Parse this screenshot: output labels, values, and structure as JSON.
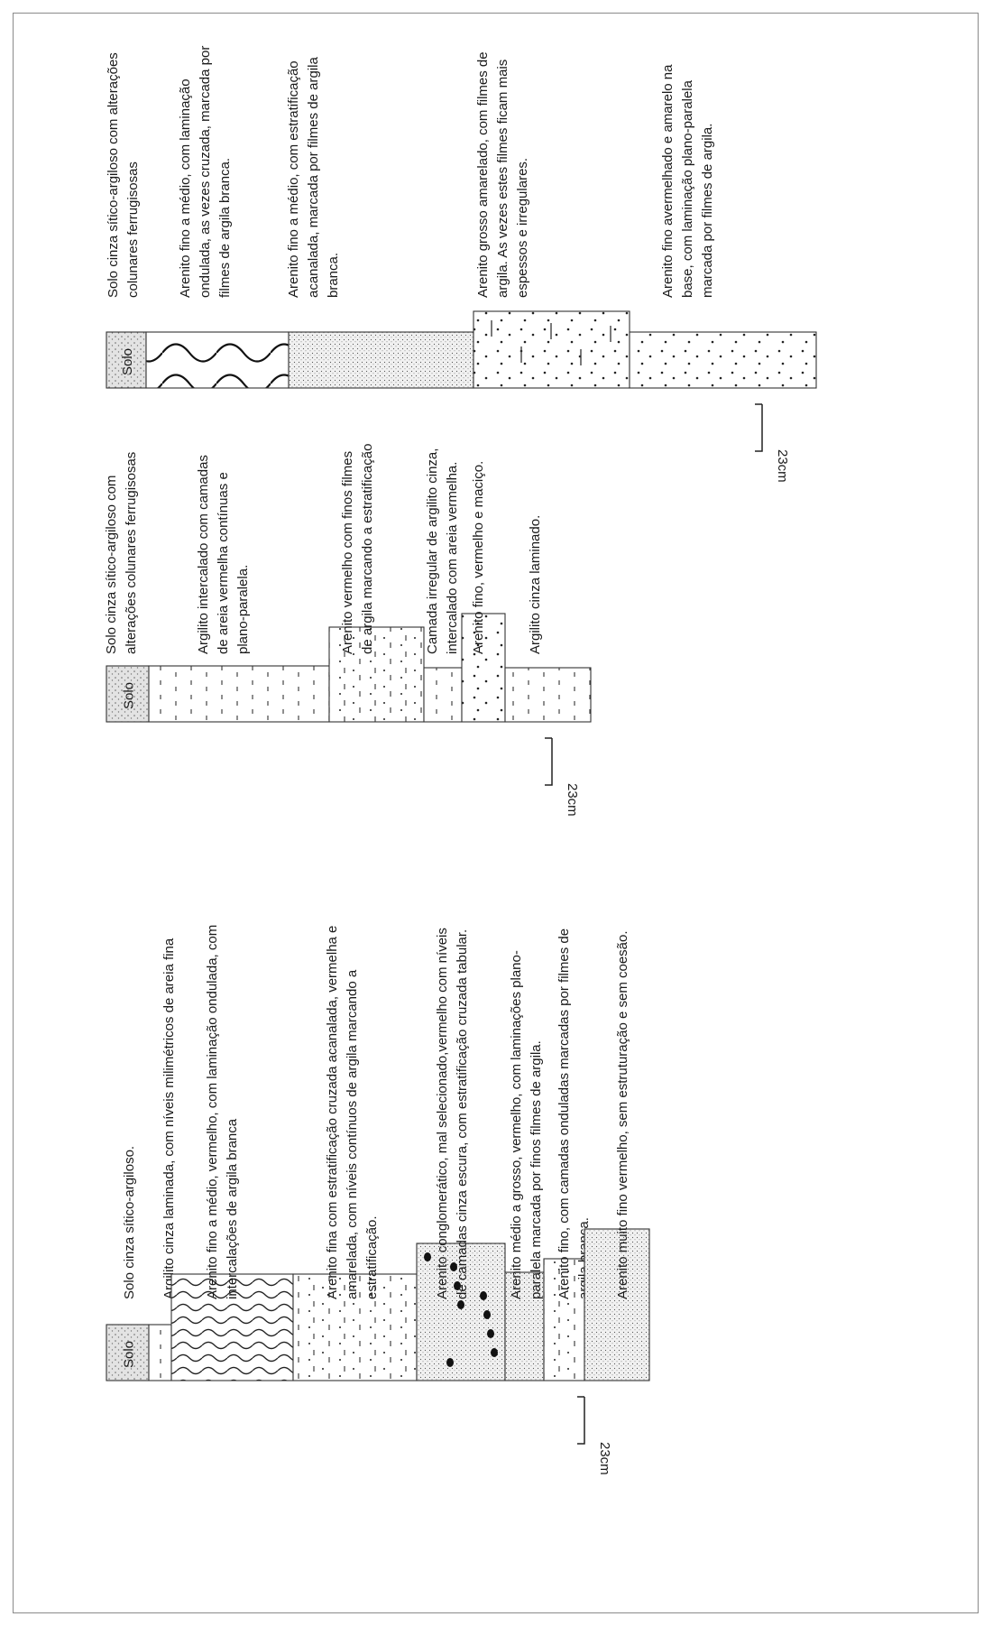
{
  "soil_label": "Solo",
  "scale_label": "23cm",
  "columns": [
    {
      "id": "col1",
      "layers": [
        {
          "label": "Solo",
          "text": [
            "Solo cinza sítico-argiloso."
          ]
        },
        {
          "text": [
            "Argilito cinza laminada, com níveis milimétricos de areia fina"
          ]
        },
        {
          "text": [
            "Arenito fino a médio, vermelho, com laminação ondulada, com",
            "intercalações de argila branca"
          ]
        },
        {
          "text": [
            "Arenito fina com estratificação cruzada acanalada, vermelha e",
            "amarelada, com níveis contínuos de argila marcando a",
            "estratificação."
          ]
        },
        {
          "text": [
            "Arenito conglomerático, mal selecionado,vermelho com níveis",
            "de camadas cinza escura, com estratificação cruzada tabular."
          ]
        },
        {
          "text": [
            "Arenito médio a grosso, vermelho, com laminações plano-",
            "paralela marcada por finos filmes de argila."
          ]
        },
        {
          "text": [
            "Arenito fino, com camadas onduladas marcadas por filmes de",
            "argila branca."
          ]
        },
        {
          "text": [
            "Arenito muito fino vermelho, sem estruturação e sem coesão."
          ]
        }
      ]
    },
    {
      "id": "col2",
      "layers": [
        {
          "label": "Solo",
          "text": [
            "Solo  cinza  sítico-argiloso  com",
            "alterações colunares ferrugisosas"
          ]
        },
        {
          "text": [
            "Argilito intercalado com camadas",
            "de areia vermelha contínuas e",
            "plano-paralela."
          ]
        },
        {
          "text": [
            "Arenito vermelho com finos filmes",
            "de argila marcando a estratificação"
          ]
        },
        {
          "text": [
            "Camada irregular de argilito cinza,",
            "intercalado com areia vermelha."
          ]
        },
        {
          "text": [
            "Arenito fino, vermelho e maciço."
          ]
        },
        {
          "text": [
            "Argilito cinza laminado."
          ]
        }
      ]
    },
    {
      "id": "col3",
      "layers": [
        {
          "label": "Solo",
          "text": [
            "Solo cinza sítico-argiloso com alterações",
            "colunares ferrugisosas"
          ]
        },
        {
          "text": [
            "Arenito  fino  a  médio,  com  laminação",
            "ondulada, as vezes cruzada, marcada por",
            "filmes de argila branca."
          ]
        },
        {
          "text": [
            "Arenito fino a médio, com estratificação",
            "acanalada,  marcada  por  filmes  de  argila",
            "branca."
          ]
        },
        {
          "text": [
            "Arenito grosso amarelado, com filmes de",
            "argila. As vezes estes filmes ficam mais",
            "espessos e irregulares."
          ]
        },
        {
          "text": [
            "Arenito  fino  avermelhado  e  amarelo  na",
            "base,   com   laminação   plano-paralela",
            "marcada por filmes de argila."
          ]
        }
      ]
    }
  ]
}
